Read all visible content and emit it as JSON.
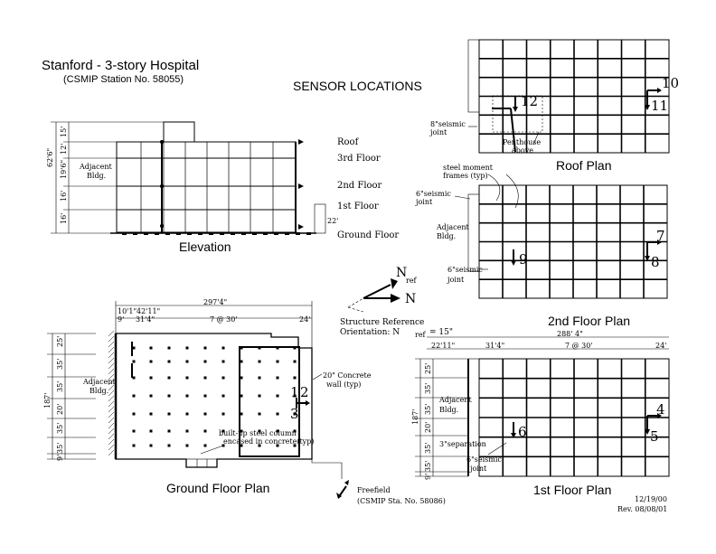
{
  "title": "Stanford - 3-story Hospital",
  "subtitle": "(CSMIP Station No. 58055)",
  "heading": "SENSOR LOCATIONS",
  "views": {
    "elevation": "Elevation",
    "ground_floor": "Ground Floor Plan",
    "roof": "Roof Plan",
    "second_floor": "2nd Floor Plan",
    "first_floor": "1st Floor Plan"
  },
  "elevation": {
    "levels": [
      "Roof",
      "3rd Floor",
      "2nd Floor",
      "1st Floor",
      "Ground Floor"
    ],
    "heights": [
      "15'",
      "12'",
      "19'6\"",
      "16'",
      "16'"
    ],
    "total_height": "62'6\"",
    "right_dim": "22'",
    "adjacent_bldg": "Adjacent Bldg."
  },
  "ground_plan": {
    "overall_width": "297'4\"",
    "dims_top_a": "10'1\"",
    "dims_top_b": "42'11\"",
    "dims_top_c": "9'",
    "dims_top_d": "31'4\"",
    "bays": "7 @ 30'",
    "end_bay": "24'",
    "left_dims": [
      "25'",
      "35'",
      "35'",
      "20'",
      "35'",
      "35'",
      "9'"
    ],
    "total_depth": "187'",
    "adjacent_bldg": "Adjacent Bldg.",
    "note_wall": "20\" Concrete wall (typ)",
    "note_column": "built-up steel column encased in concrete(typ)",
    "sensors": [
      "1",
      "2",
      "3"
    ]
  },
  "roof_plan": {
    "note_joint": "8\"seismic joint",
    "note_penthouse": "Penthouse above",
    "sensors": [
      "12",
      "10",
      "11"
    ]
  },
  "second_plan": {
    "note_frames": "steel moment frames (typ)",
    "note_joint_top": "6\"seismic joint",
    "note_joint_bottom": "6\"seismic joint",
    "adjacent_bldg": "Adjacent Bldg.",
    "sensors": [
      "9",
      "7",
      "8"
    ]
  },
  "first_plan": {
    "overall_width": "288' 4\"",
    "dim_a": "22'11\"",
    "dim_b": "31'4\"",
    "bays": "7 @ 30'",
    "end_bay": "24'",
    "left_dims": [
      "25'",
      "35'",
      "35'",
      "20'",
      "35'",
      "35'",
      "9'"
    ],
    "total_depth": "187'",
    "adjacent_bldg": "Adjacent Bldg.",
    "note_separation": "3\"separation",
    "note_joint": "6\"seismic joint",
    "sensors": [
      "6",
      "4",
      "5"
    ]
  },
  "orientation": {
    "n_ref": "N",
    "n_ref_sub": "ref",
    "n": "N",
    "label_line1": "Structure Reference",
    "label_line2": "Orientation: N",
    "label_sub": "ref",
    "label_value": "= 15\""
  },
  "freefield": {
    "label": "Freefield",
    "station": "(CSMIP Sta. No. 58086)"
  },
  "dates": {
    "date1": "12/19/00",
    "date2": "Rev. 08/08/01"
  }
}
